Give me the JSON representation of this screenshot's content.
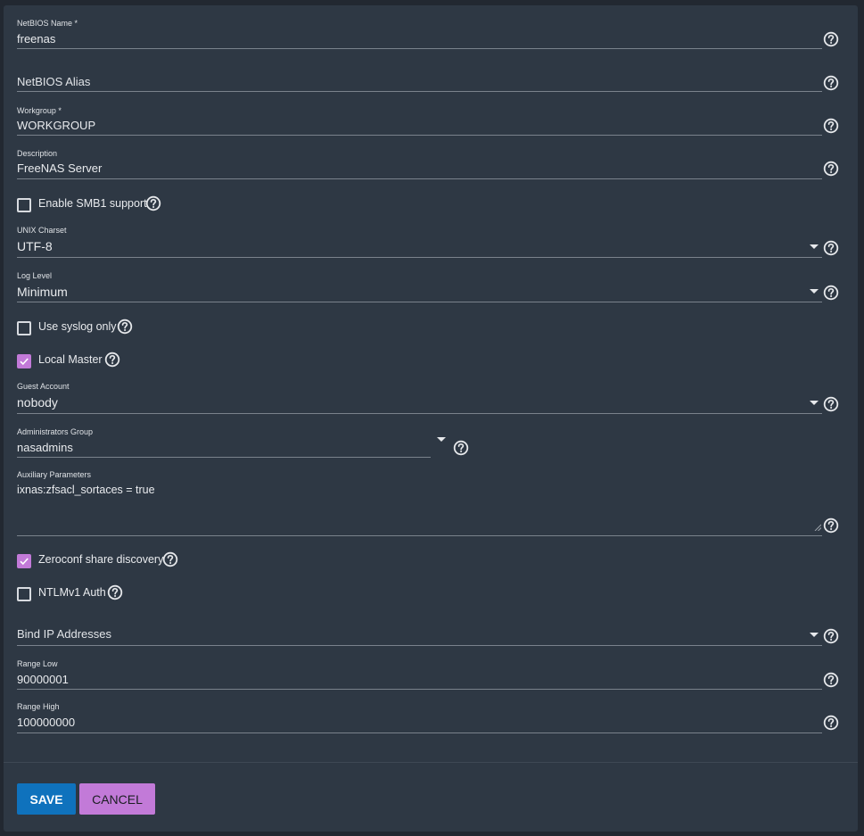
{
  "form": {
    "netbios_name": {
      "label": "NetBIOS Name *",
      "value": "freenas"
    },
    "netbios_alias": {
      "placeholder": "NetBIOS Alias"
    },
    "workgroup": {
      "label": "Workgroup *",
      "value": "WORKGROUP"
    },
    "description": {
      "label": "Description",
      "value": "FreeNAS Server"
    },
    "enable_smb1": {
      "label": "Enable SMB1 support",
      "checked": false
    },
    "unix_charset": {
      "label": "UNIX Charset",
      "value": "UTF-8"
    },
    "log_level": {
      "label": "Log Level",
      "value": "Minimum"
    },
    "syslog_only": {
      "label": "Use syslog only",
      "checked": false
    },
    "local_master": {
      "label": "Local Master",
      "checked": true
    },
    "guest_account": {
      "label": "Guest Account",
      "value": "nobody"
    },
    "admin_group": {
      "label": "Administrators Group",
      "value": "nasadmins"
    },
    "aux_params": {
      "label": "Auxiliary Parameters",
      "value": "ixnas:zfsacl_sortaces = true"
    },
    "zeroconf": {
      "label": "Zeroconf share discovery",
      "checked": true
    },
    "ntlmv1": {
      "label": "NTLMv1 Auth",
      "checked": false
    },
    "bind_ip": {
      "placeholder": "Bind IP Addresses"
    },
    "range_low": {
      "label": "Range Low",
      "value": "90000001"
    },
    "range_high": {
      "label": "Range High",
      "value": "100000000"
    }
  },
  "buttons": {
    "save": "SAVE",
    "cancel": "CANCEL"
  },
  "colors": {
    "background": "#222831",
    "card": "#2e3844",
    "primary": "#0f72bd",
    "accent": "#c27ad8"
  },
  "icons": {
    "help": "help-circle-icon",
    "dropdown": "caret-down-icon",
    "check": "check-icon"
  }
}
